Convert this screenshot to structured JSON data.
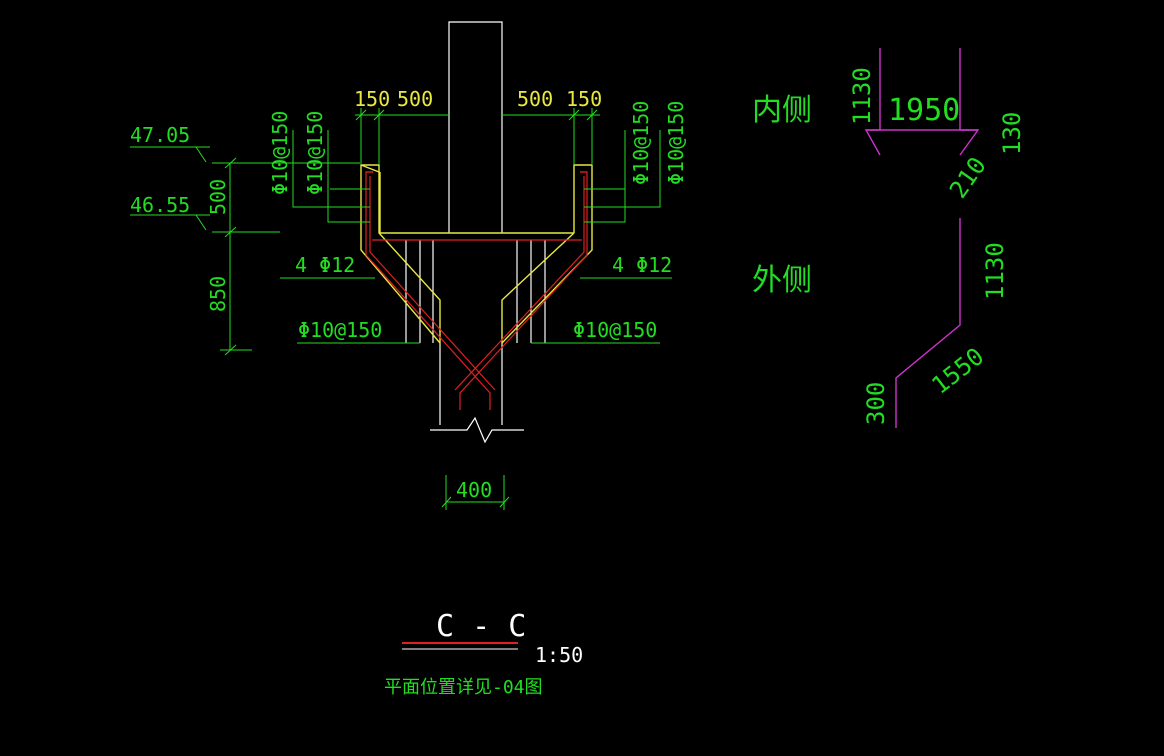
{
  "colors": {
    "background": "#000000",
    "dimension": "#22dd22",
    "outline": "#e8e840",
    "rebar": "#e02020",
    "white": "#ffffff",
    "magenta": "#cc33cc"
  },
  "section": {
    "dims_top_left": {
      "a": "150",
      "b": "500"
    },
    "dims_top_right": {
      "a": "500",
      "b": "150"
    },
    "elev_top": "47.05",
    "elev_bottom": "46.55",
    "dim_500": "500",
    "dim_850": "850",
    "rebar_left_1": "Φ10@150",
    "rebar_left_2": "Φ10@150",
    "rebar_right_1": "Φ10@150",
    "rebar_right_2": "Φ10@150",
    "main_left": "4 Φ12",
    "main_right": "4 Φ12",
    "stirrup_left": "Φ10@150",
    "stirrup_right": "Φ10@150",
    "dim_width": "400"
  },
  "bar_shapes": {
    "inner_label": "内侧",
    "inner_1130": "1130",
    "inner_1950": "1950",
    "inner_130": "130",
    "inner_210": "210",
    "outer_label": "外侧",
    "outer_1130": "1130",
    "outer_1550": "1550",
    "outer_300": "300"
  },
  "title": {
    "name": "C - C",
    "scale": "1:50",
    "note": "平面位置详见-04图"
  }
}
